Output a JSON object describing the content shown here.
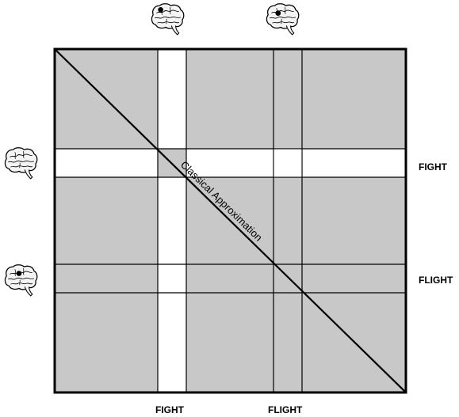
{
  "labels": {
    "right_top": "FIGHT",
    "right_bottom": "FLIGHT",
    "bottom_left": "FIGHT",
    "bottom_right": "FLIGHT",
    "diagonal": "Classical Approximation"
  },
  "colors": {
    "fill": "#c8c8c8",
    "band": "#ffffff",
    "line": "#000000"
  },
  "icons": {
    "top_left": "brain-icon",
    "top_right": "brain-icon",
    "left_top": "brain-icon",
    "left_bottom": "brain-icon"
  }
}
